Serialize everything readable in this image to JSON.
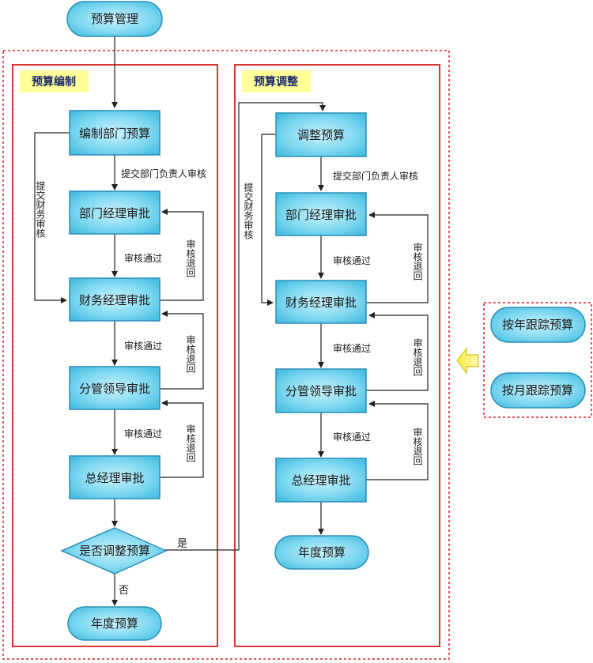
{
  "top_node": "预算管理",
  "left_panel": {
    "title": "预算编制",
    "nodes": {
      "compile": "编制部门预算",
      "dept": "部门经理审批",
      "finance": "财务经理审批",
      "leader": "分管领导审批",
      "gm": "总经理审批",
      "decision": "是否调整预算",
      "end": "年度预算"
    },
    "labels": {
      "submit": "提交部门负责人审核",
      "pass": "审核通过",
      "return": "审核退回",
      "submit_finance": "提交财务审核",
      "yes": "是",
      "no": "否"
    }
  },
  "right_panel": {
    "title": "预算调整",
    "nodes": {
      "adjust": "调整预算",
      "dept": "部门经理审批",
      "finance": "财务经理审批",
      "leader": "分管领导审批",
      "gm": "总经理审批",
      "end": "年度预算"
    },
    "labels": {
      "submit": "提交部门负责人审核",
      "pass": "审核通过",
      "return": "审核退回",
      "submit_finance": "提交财务审核"
    }
  },
  "tracking": {
    "yearly": "按年跟踪预算",
    "monthly": "按月跟踪预算"
  },
  "colors": {
    "node_fill": "#5ec8e8",
    "node_border": "#2a8fb5",
    "panel_border": "#e02020",
    "outer_border": "#e02020",
    "title_bg": "#ffff99",
    "arrow_fill": "#f5f060"
  }
}
